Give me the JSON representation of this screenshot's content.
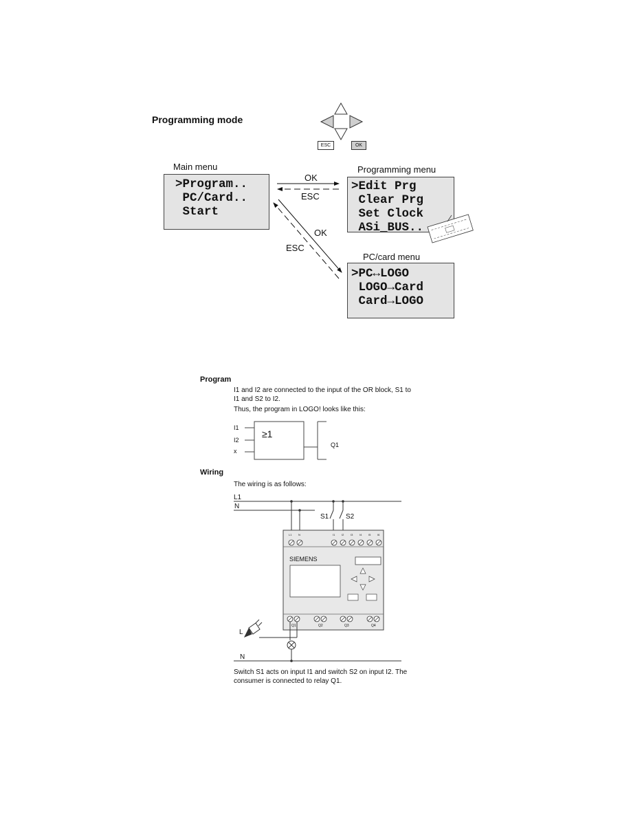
{
  "section1": {
    "heading": "Programming mode",
    "keys": {
      "esc": "ESC",
      "ok": "OK"
    },
    "main_menu": {
      "title": "Main menu",
      "lines": [
        ">Program..",
        " PC/Card..",
        " Start"
      ]
    },
    "programming_menu": {
      "title": "Programming menu",
      "lines": [
        ">Edit Prg",
        " Clear Prg",
        " Set Clock",
        " ASi_BUS.."
      ]
    },
    "pc_card_menu": {
      "title": "PC/card menu",
      "lines": [
        ">PC↔LOGO",
        " LOGO→Card",
        " Card→LOGO"
      ]
    },
    "arrows": {
      "ok_top": "OK",
      "esc_top": "ESC",
      "ok_diag": "OK",
      "esc_diag": "ESC"
    }
  },
  "section2": {
    "program_heading": "Program",
    "program_text": [
      "I1 and I2 are connected to the input of the OR block, S1 to",
      "I1 and S2 to I2.",
      "Thus, the program in LOGO! looks like this:"
    ],
    "block": {
      "inputs": [
        "I1",
        "I2",
        "x"
      ],
      "symbol": "≥1",
      "output": "Q1"
    },
    "wiring_heading": "Wiring",
    "wiring_intro": "The wiring is as follows:",
    "wiring": {
      "l1": "L1",
      "n_top": "N",
      "s1": "S1",
      "s2": "S2",
      "brand": "SIEMENS",
      "l_label": "L",
      "n_bottom": "N",
      "terminals_top_left": [
        "L1",
        "N"
      ],
      "terminals_top_right": [
        "I1",
        "I2",
        "I3",
        "I4",
        "I5",
        "I6"
      ],
      "outputs": [
        "Q1",
        "Q2",
        "Q3",
        "Q4"
      ]
    },
    "caption": [
      "Switch S1 acts on input I1 and switch S2 on input I2. The",
      "consumer is connected to relay Q1."
    ]
  }
}
